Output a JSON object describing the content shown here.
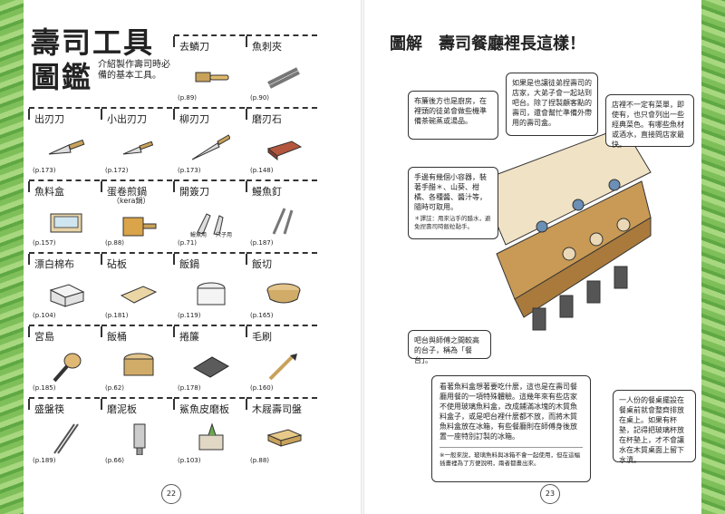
{
  "left_page": {
    "title_line1": "壽司工具",
    "title_line2": "圖鑑",
    "intro": "介紹製作壽司時必備的基本工具。",
    "page_number": "22",
    "tools": [
      {
        "label": "去鱗刀",
        "page": "(p.89)"
      },
      {
        "label": "魚刺夾",
        "page": "(p.90)"
      },
      {
        "label": "出刃刀",
        "page": "(p.173)"
      },
      {
        "label": "小出刃刀",
        "page": "(p.172)"
      },
      {
        "label": "柳刃刀",
        "page": "(p.173)"
      },
      {
        "label": "磨刃石",
        "page": "(p.148)"
      },
      {
        "label": "魚料盒",
        "page": "(p.157)"
      },
      {
        "label": "蛋卷煎鍋",
        "sub": "（kera鍋）",
        "page": "(p.88)"
      },
      {
        "label": "開簽刀",
        "page": "(p.71)"
      },
      {
        "label": "鰻魚釘",
        "page": "(p.187)"
      },
      {
        "label": "漂白棉布",
        "page": "(p.104)"
      },
      {
        "label": "砧板",
        "page": "(p.181)"
      },
      {
        "label": "飯鍋",
        "page": "(p.119)"
      },
      {
        "label": "飯切",
        "page": "(p.165)"
      },
      {
        "label": "宮島",
        "page": "(p.185)"
      },
      {
        "label": "飯桶",
        "page": "(p.62)"
      },
      {
        "label": "捲簾",
        "page": "(p.178)"
      },
      {
        "label": "毛刷",
        "page": "(p.160)"
      },
      {
        "label": "盛盤筷",
        "page": "(p.189)"
      },
      {
        "label": "磨泥板",
        "page": "(p.66)"
      },
      {
        "label": "鯊魚皮磨板",
        "page": "(p.103)"
      },
      {
        "label": "木屐壽司盤",
        "page": "(p.88)"
      }
    ],
    "knife_labels": [
      "鰻魚用",
      "穴子用"
    ]
  },
  "right_page": {
    "title": "圖解　壽司餐廳裡長這樣！",
    "page_number": "23",
    "notes": {
      "kitchen": "布簾後方也是廚房，在裡頭的徒弟會做些機準備茶碗蒸或湯品。",
      "apprentice": "如果是也讓徒弟捏壽司的店家，大弟子會一起站到吧台。除了捏製顧客點的壽司，還會幫忙準備外帶用的壽司盒。",
      "menu": "店裡不一定有菜單，即使有，也只會列出一些經典菜色。有哪些魚材或酒水，直接問店家最快。",
      "containers": "手邊有幾個小容器，裝著手醋＊、山葵、柑橘、各種醬、醬汁等，隨時可取用。",
      "containers_note": "＊譯註：用來沾手的醋水，避免捏壽司時飯粒黏手。",
      "counter": "吧台與師傅之間較高的台子，稱為「餐台」。",
      "placemat": "一人份的餐桌擺設在餐桌前就會整齊排放在桌上。如果有杯墊，記得把玻璃杯放在杯墊上，才不會讓水在木質桌面上留下水漬。",
      "fish_case": "看著魚料盒想著要吃什麼，這也是在壽司餐廳用餐的一項特殊體驗。這幾年來有些店家不使用玻璃魚料盒，改成鋪滿冰塊的木質魚料盒子，或是吧台裡什麼都不放，而將木質魚料盒放在冰箱，有些餐廳則在師傅身後放置一座特別訂製的冰箱。",
      "fish_case_foot": "※一般來說，玻璃魚料與冰箱不會一起使用，但在這幅插畫裡為了方便說明，兩者都畫出來。"
    }
  }
}
